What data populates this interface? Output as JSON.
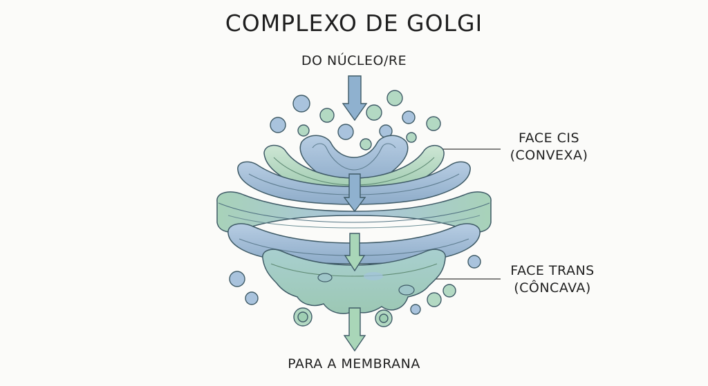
{
  "title": "COMPLEXO DE GOLGI",
  "labels": {
    "top": "DO NÚCLEO/RE",
    "bottom": "PARA A MEMBRANA",
    "cis": [
      "FACE CIS",
      "(CONVEXA)"
    ],
    "trans": [
      "FACE TRANS",
      "(CÔNCAVA)"
    ]
  },
  "colors": {
    "background": "#fbfbf9",
    "blue_cisterna": "#9db9d6",
    "green_cisterna": "#b3d9c3",
    "outline": "#3e5a66",
    "arrow_blue": "#8fb1cf",
    "arrow_green": "#a9d6b8"
  }
}
